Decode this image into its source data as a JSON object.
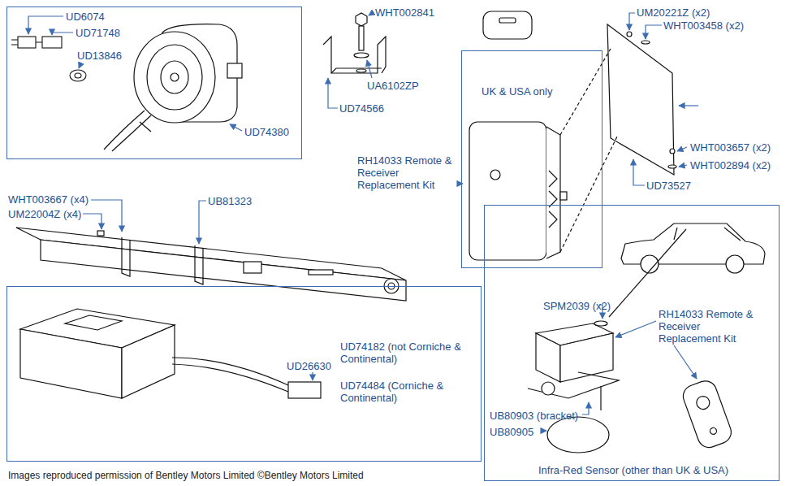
{
  "diagram": {
    "nodes": [
      {
        "text": [
          "UD6074",
          "UD71748",
          "UD13846",
          "UD74380"
        ]
      },
      {
        "text": [
          "UK & USA only"
        ]
      },
      {
        "text": [
          "UD74182 (not Corniche & Continental)",
          "UD74484 (Corniche & Continental)",
          "UD26630"
        ]
      },
      {
        "text": [
          "SPM2039 (x2)",
          "RH14033 Remote & Receiver Replacement Kit",
          "UB80903 (bracket)",
          "UB80905",
          "Infra-Red Sensor (other than UK & USA)"
        ]
      }
    ],
    "labels": [
      "WHT002841",
      "UA6102ZP",
      "UD74566",
      "UM20221Z (x2)",
      "WHT003458 (x2)",
      "RH14033 Remote & Receiver Replacement Kit",
      "WHT003657 (x2)",
      "WHT002894 (x2)",
      "UD73527",
      "WHT003667 (x4)",
      "UM22004Z (x4)",
      "UB81323",
      "Images reproduced permission of Bentley Motors Limited ©Bentley Motors Limited"
    ]
  }
}
